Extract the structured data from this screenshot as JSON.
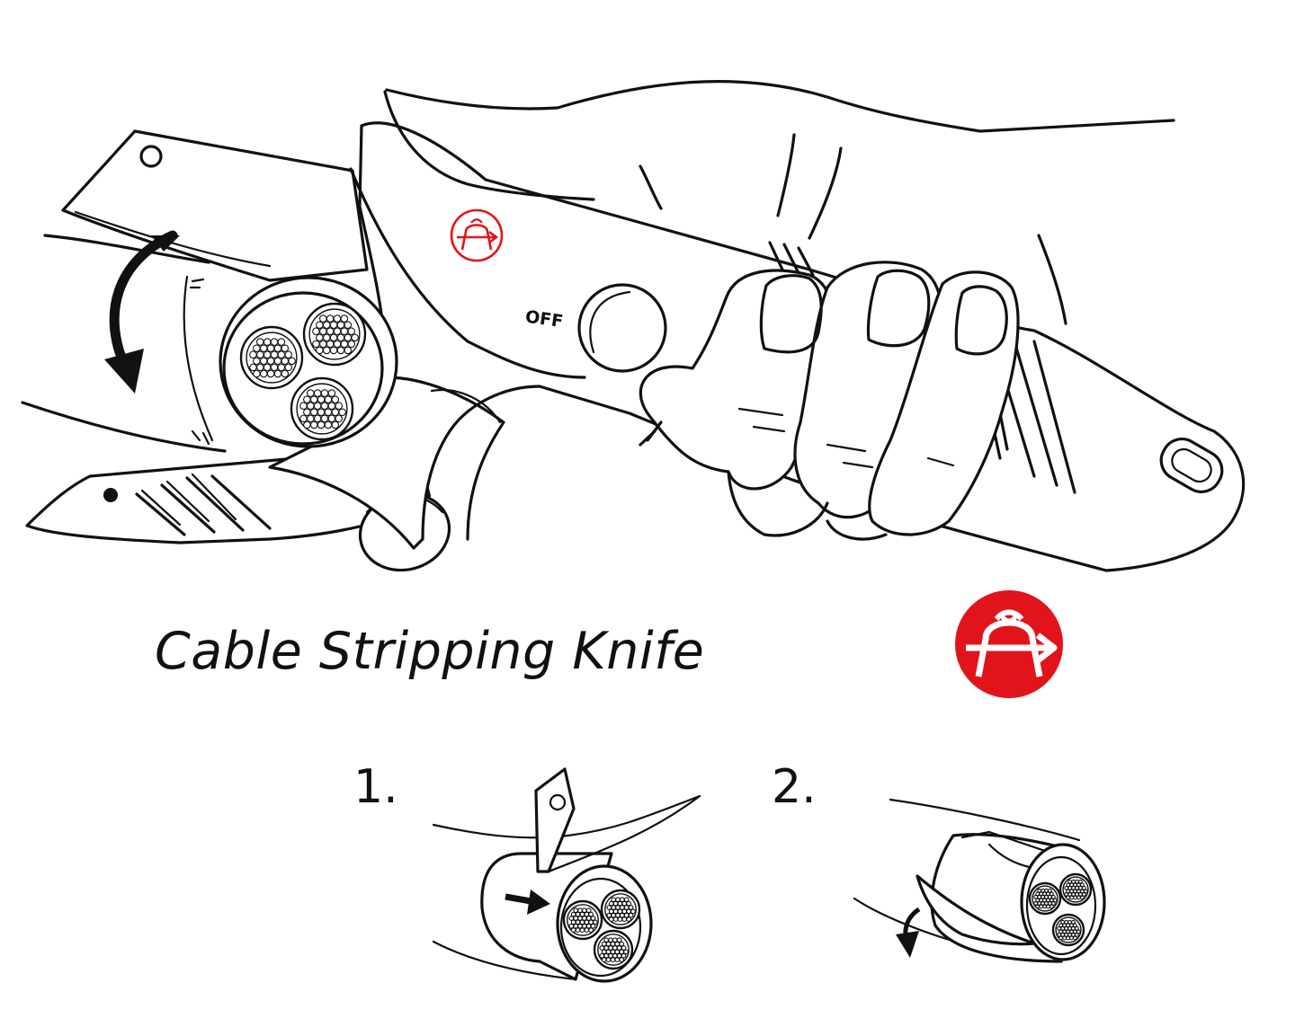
{
  "title": "Cable Stripping Knife",
  "knife": {
    "switch_label": "OFF"
  },
  "steps": [
    {
      "number": "1."
    },
    {
      "number": "2."
    }
  ],
  "colors": {
    "logo_red": "#e2141b",
    "ink": "#111111",
    "background": "#ffffff"
  },
  "icons": {
    "logo": "cable-knife-logo-icon",
    "rotate_arrow": "curved-arrow-icon",
    "push_arrow": "right-arrow-icon",
    "peel_arrow": "curved-down-arrow-icon"
  }
}
